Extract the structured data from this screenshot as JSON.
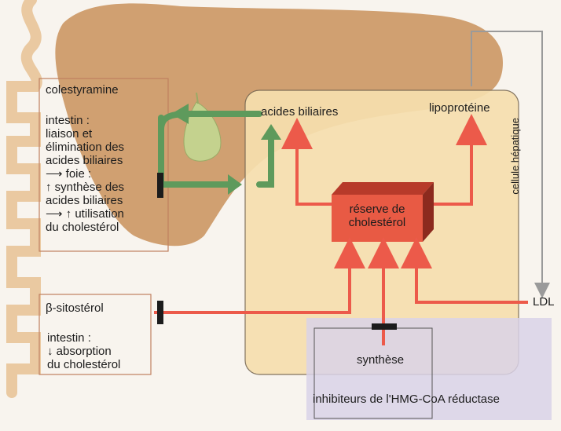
{
  "labels": {
    "colestyramine": "colestyramine",
    "colestyramine_text": "intestin :\nliaison et\nélimination des\nacides biliaires\n⟶ foie :\n↑ synthèse des\nacides biliaires\n⟶ ↑ utilisation\ndu cholestérol",
    "sitosterol": "β-sitostérol",
    "sitosterol_text": "intestin :\n↓ absorption\ndu cholestérol",
    "acides_biliaires": "acides biliaires",
    "lipoproteine": "lipoprotéine",
    "cellule_hepatique": "cellule hépatique",
    "reserve": "réserve de\ncholestérol",
    "ldl": "LDL",
    "synthese": "synthèse",
    "inhibiteurs": "inhibiteurs de l'HMG-CoA réductase"
  },
  "colors": {
    "liver": "#c9915a",
    "cell": "#f6dfae",
    "intestine": "#f4d8b4",
    "red_arrow": "#ec5a4a",
    "green_arrow": "#5e9a5c",
    "inhibitor_box": "#d9d2e8",
    "reserve_box": "#e85a44",
    "gallbladder": "#c4d28e"
  }
}
